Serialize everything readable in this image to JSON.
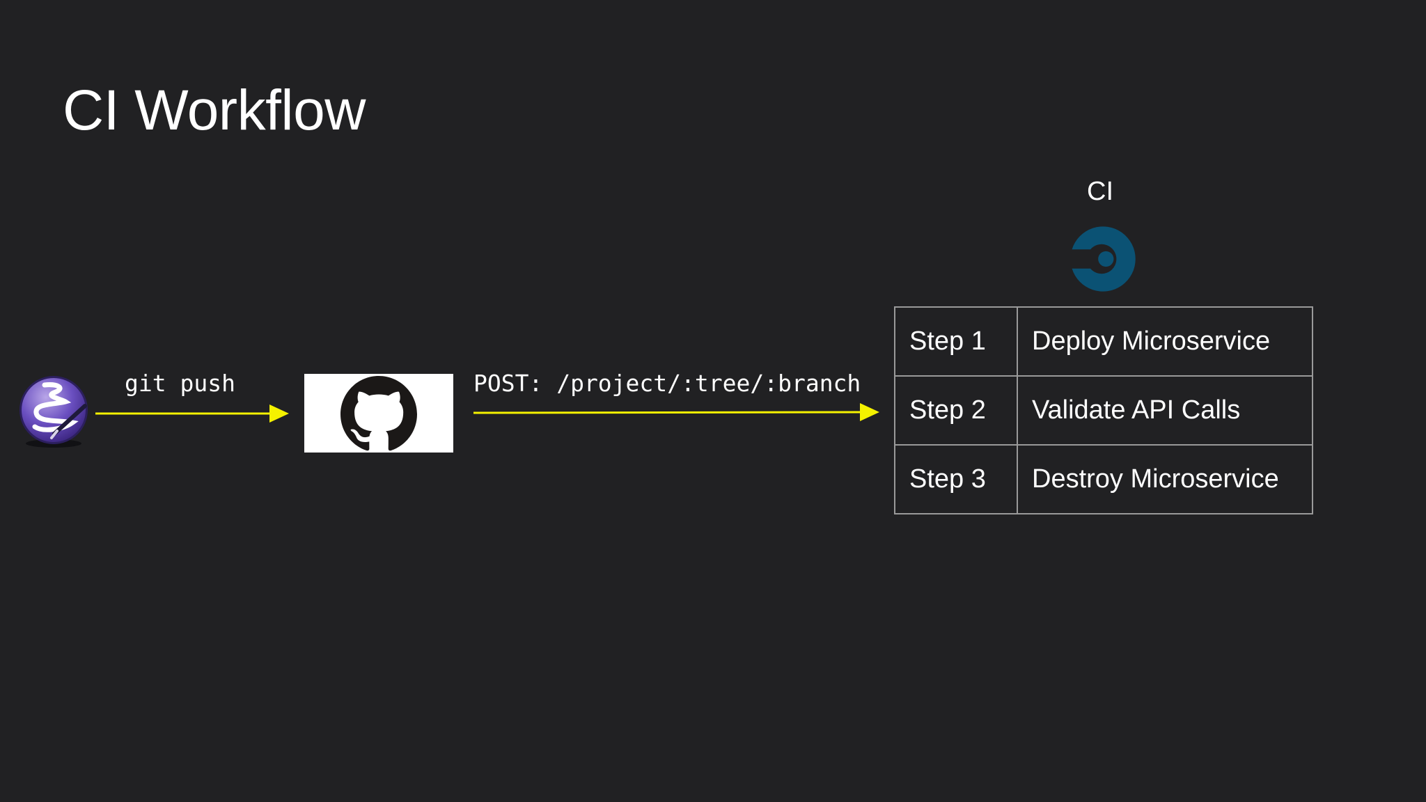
{
  "slide": {
    "title": "CI Workflow"
  },
  "ci": {
    "label": "CI",
    "logo_icon": "circleci-icon",
    "logo_color": "#0b5274"
  },
  "flow": {
    "source_icon": "emacs-icon",
    "push_label": "git push",
    "repo_icon": "github-octocat-icon",
    "webhook_label": "POST: /project/:tree/:branch",
    "arrow_color": "#f5f200"
  },
  "steps": [
    {
      "step": "Step 1",
      "action": "Deploy Microservice"
    },
    {
      "step": "Step 2",
      "action": "Validate API Calls"
    },
    {
      "step": "Step 3",
      "action": "Destroy Microservice"
    }
  ]
}
